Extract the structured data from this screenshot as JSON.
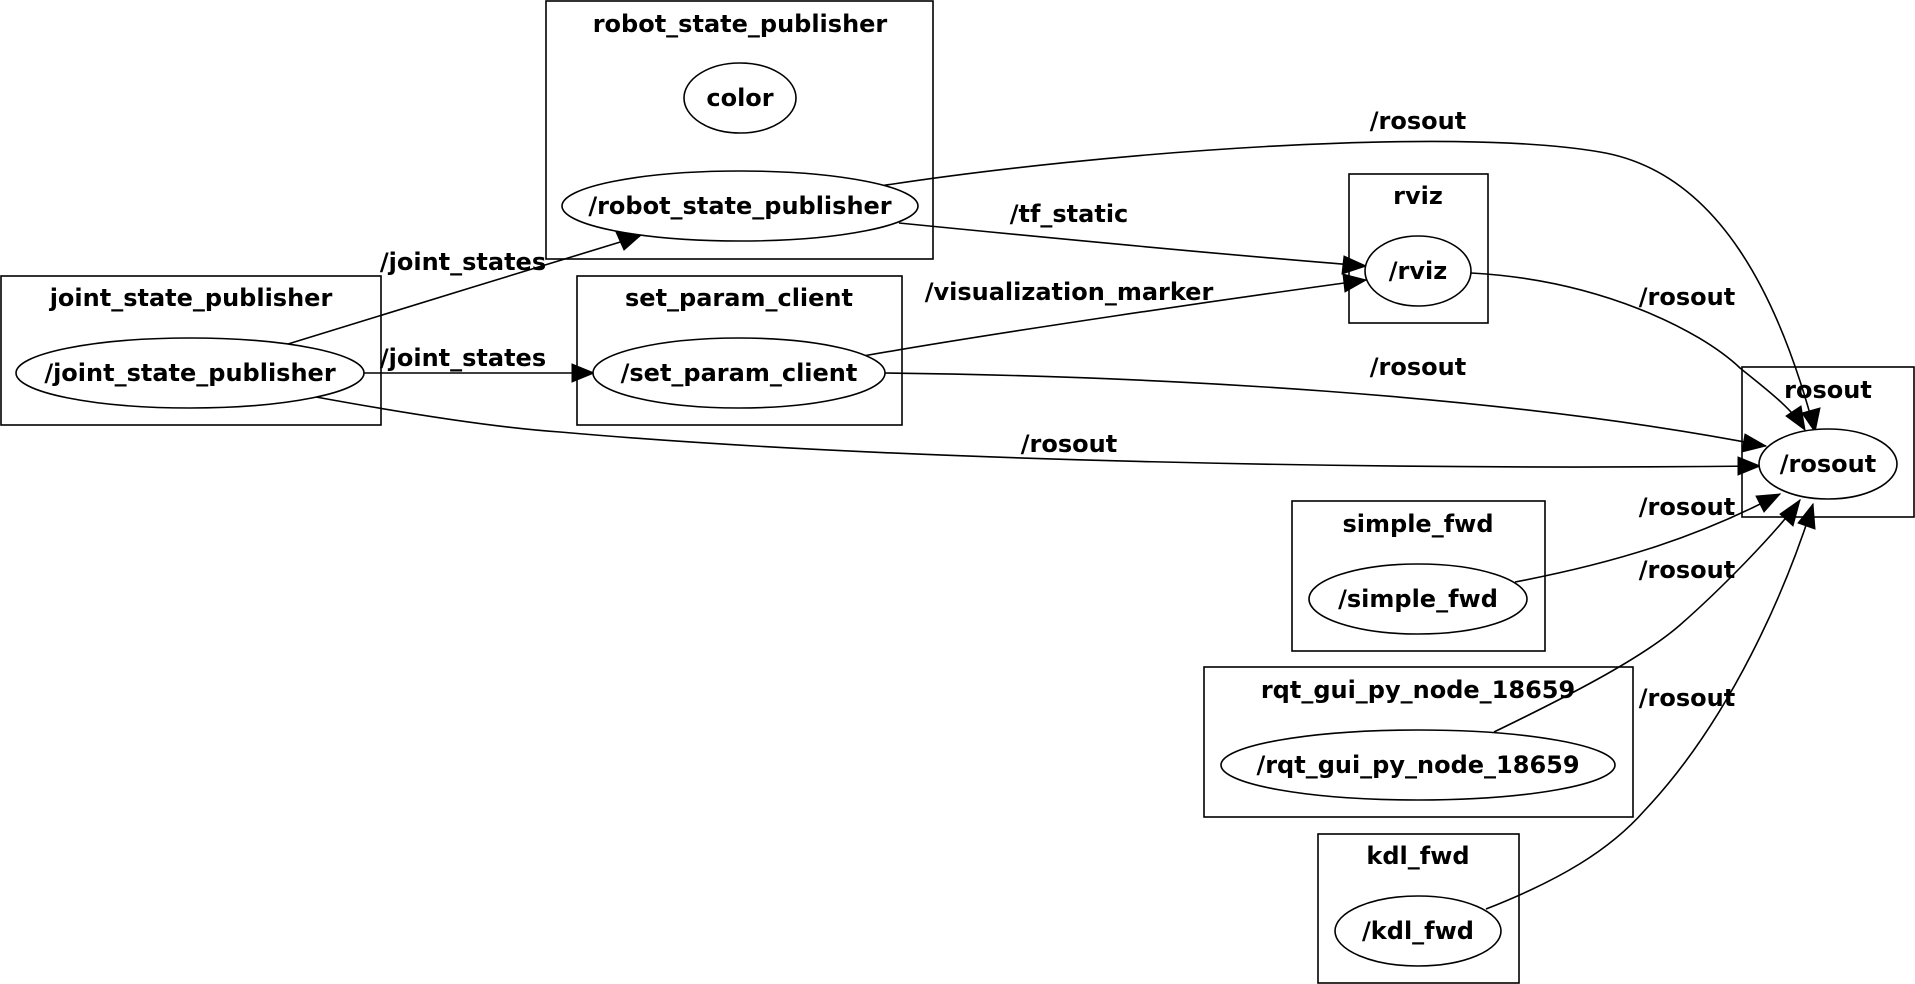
{
  "clusters": {
    "joint_state_publisher": "joint_state_publisher",
    "robot_state_publisher": "robot_state_publisher",
    "set_param_client": "set_param_client",
    "rviz": "rviz",
    "rosout": "rosout",
    "simple_fwd": "simple_fwd",
    "rqt_gui_py_node_18659": "rqt_gui_py_node_18659",
    "kdl_fwd": "kdl_fwd"
  },
  "nodes": {
    "joint_state_publisher": "/joint_state_publisher",
    "color": "color",
    "robot_state_publisher": "/robot_state_publisher",
    "set_param_client": "/set_param_client",
    "rviz": "/rviz",
    "rosout": "/rosout",
    "simple_fwd": "/simple_fwd",
    "rqt_gui_py_node_18659": "/rqt_gui_py_node_18659",
    "kdl_fwd": "/kdl_fwd"
  },
  "edges": {
    "jsp_to_rsp": "/joint_states",
    "jsp_to_spc": "/joint_states",
    "jsp_to_rosout": "/rosout",
    "rsp_to_rviz": "/tf_static",
    "rsp_to_rosout": "/rosout",
    "spc_to_rviz": "/visualization_marker",
    "spc_to_rosout": "/rosout",
    "rviz_to_rosout": "/rosout",
    "simple_fwd_to_rosout": "/rosout",
    "rqt_to_rosout": "/rosout",
    "kdl_fwd_to_rosout": "/rosout"
  }
}
